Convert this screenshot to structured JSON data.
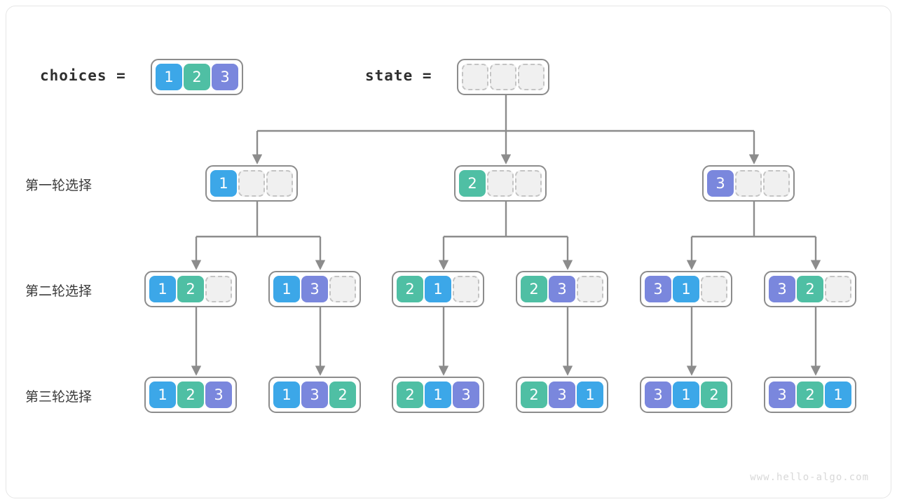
{
  "legend": {
    "choices_label": "choices  =",
    "choices_values": [
      1,
      2,
      3
    ],
    "state_label": "state  =",
    "state_values": [
      null,
      null,
      null
    ]
  },
  "rows": [
    {
      "title": "第一轮选择",
      "nodes": [
        {
          "values": [
            1,
            null,
            null
          ]
        },
        {
          "values": [
            2,
            null,
            null
          ]
        },
        {
          "values": [
            3,
            null,
            null
          ]
        }
      ]
    },
    {
      "title": "第二轮选择",
      "nodes": [
        {
          "values": [
            1,
            2,
            null
          ]
        },
        {
          "values": [
            1,
            3,
            null
          ]
        },
        {
          "values": [
            2,
            1,
            null
          ]
        },
        {
          "values": [
            2,
            3,
            null
          ]
        },
        {
          "values": [
            3,
            1,
            null
          ]
        },
        {
          "values": [
            3,
            2,
            null
          ]
        }
      ]
    },
    {
      "title": "第三轮选择",
      "nodes": [
        {
          "values": [
            1,
            2,
            3
          ]
        },
        {
          "values": [
            1,
            3,
            2
          ]
        },
        {
          "values": [
            2,
            1,
            3
          ]
        },
        {
          "values": [
            2,
            3,
            1
          ]
        },
        {
          "values": [
            3,
            1,
            2
          ]
        },
        {
          "values": [
            3,
            2,
            1
          ]
        }
      ]
    }
  ],
  "colors": {
    "value_1": "#3ca7e8",
    "value_2": "#4fbfa4",
    "value_3": "#7a87dd",
    "empty_cell": "#f0f0f0",
    "empty_border": "#c4c4c4",
    "node_border": "#8c8c8c",
    "wire": "#8c8c8c",
    "text": "#3a3a3a",
    "watermark": "#d8d8d8"
  },
  "watermark": "www.hello-algo.com"
}
